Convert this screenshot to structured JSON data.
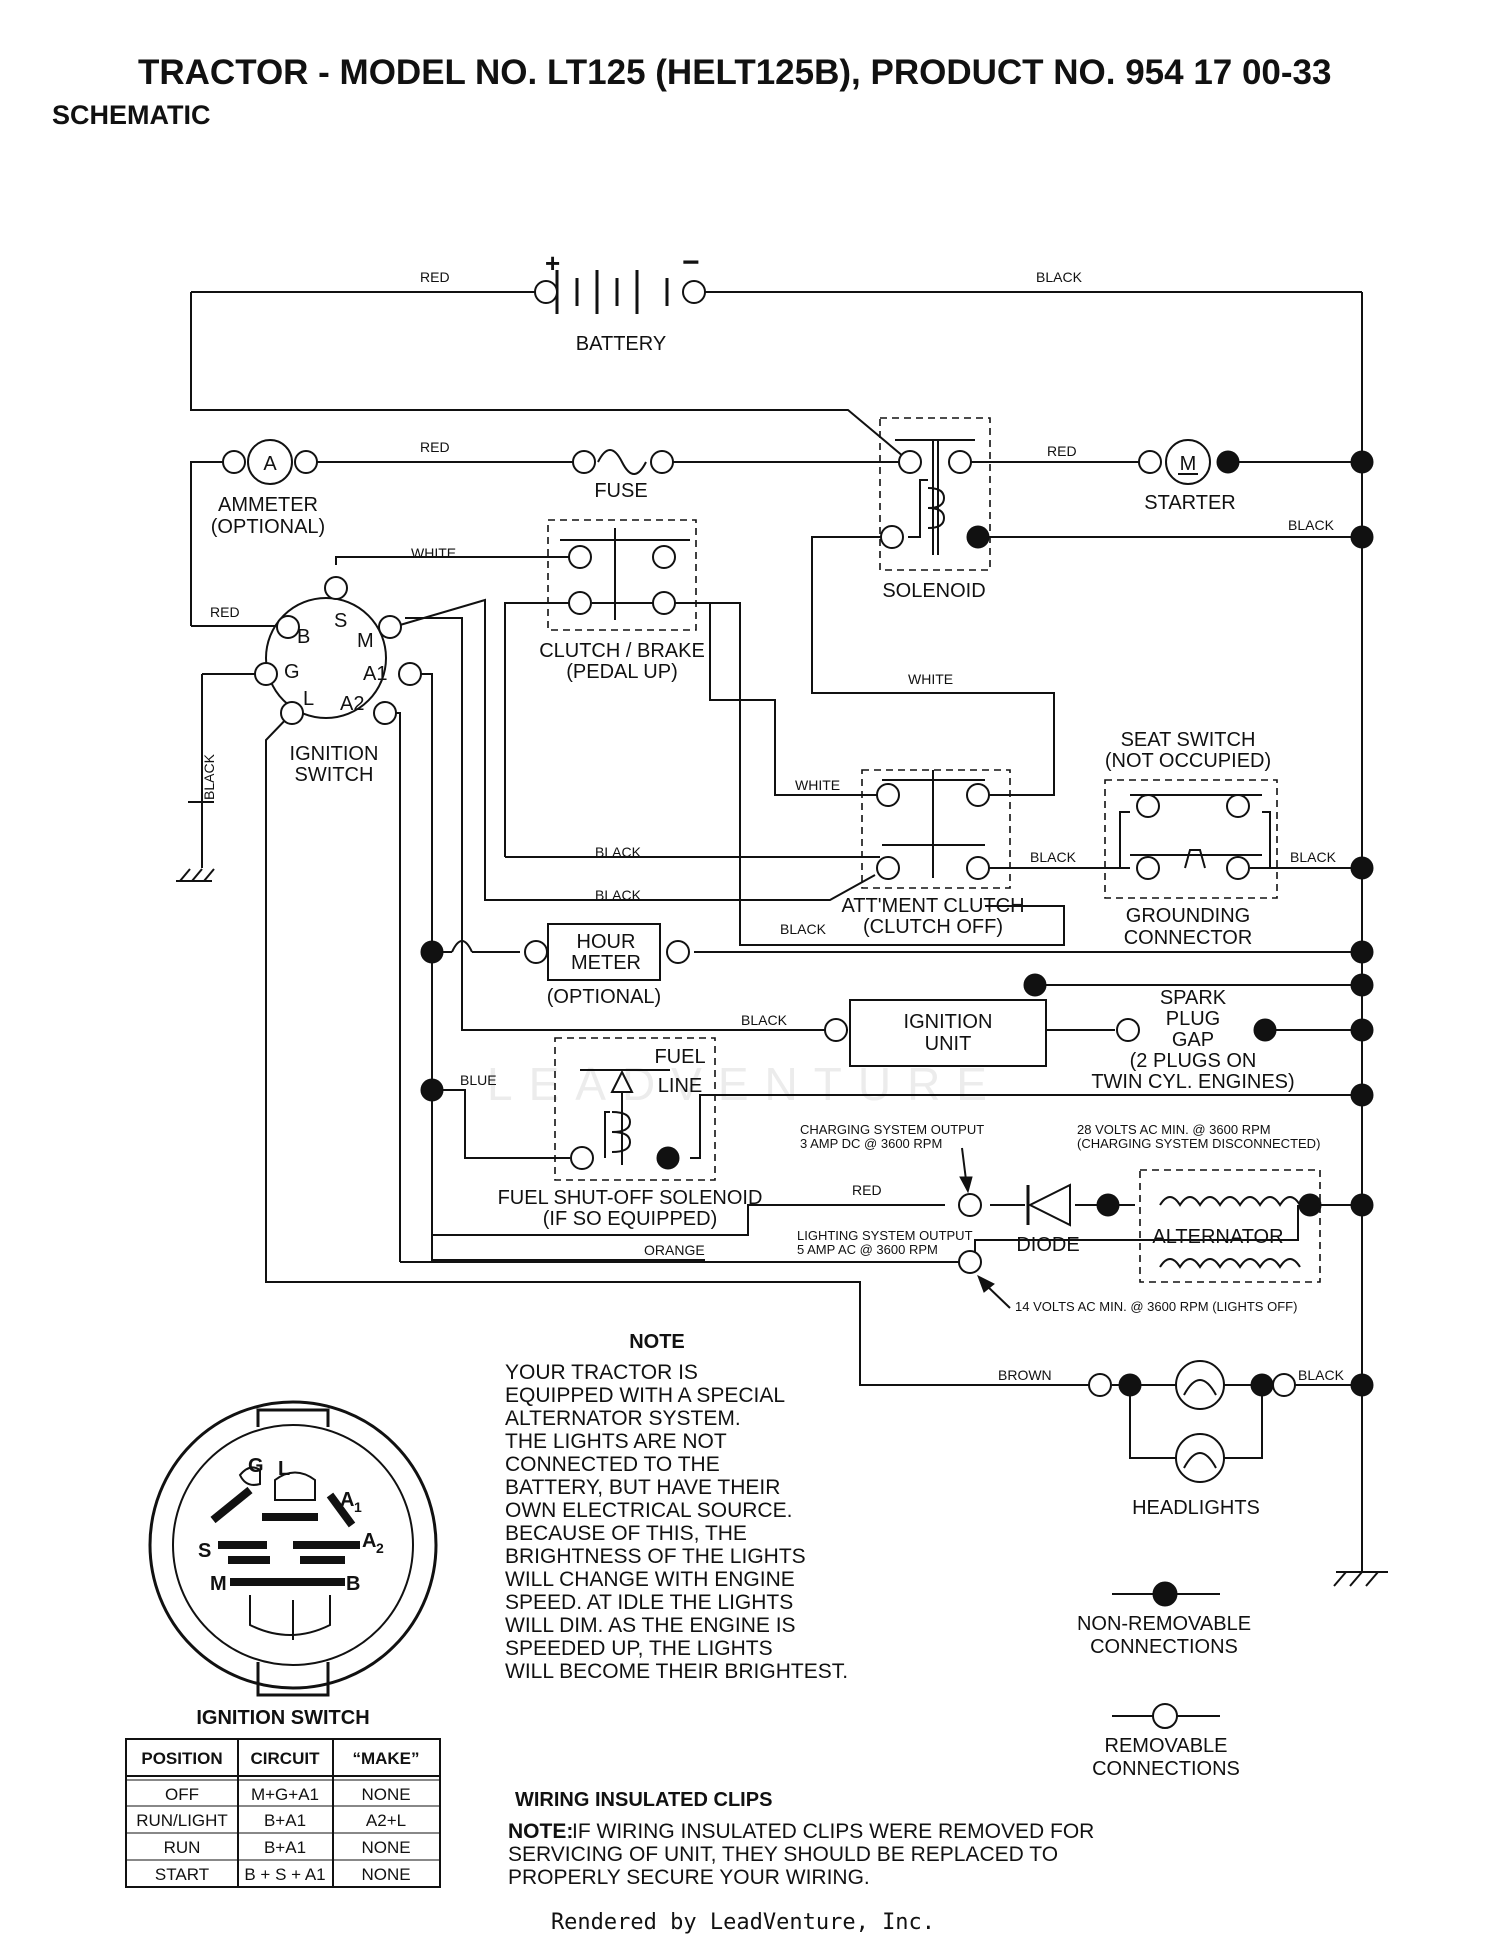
{
  "title": "TRACTOR - MODEL NO. LT125 (HELT125B), PRODUCT NO. 954 17 00-33",
  "subtitle": "SCHEMATIC",
  "components": {
    "battery": "BATTERY",
    "battery_plus": "+",
    "battery_minus": "−",
    "ammeter_symbol": "A",
    "ammeter": [
      "AMMETER",
      "(OPTIONAL)"
    ],
    "fuse": "FUSE",
    "starter_symbol": "M",
    "starter": "STARTER",
    "solenoid": "SOLENOID",
    "clutch_brake": [
      "CLUTCH / BRAKE",
      "(PEDAL UP)"
    ],
    "ignition_switch": [
      "IGNITION",
      "SWITCH"
    ],
    "terminals": {
      "s": "S",
      "b": "B",
      "m": "M",
      "g": "G",
      "a1": "A1",
      "l": "L",
      "a2": "A2"
    },
    "seat_switch": [
      "SEAT SWITCH",
      "(NOT OCCUPIED)"
    ],
    "attachment_clutch": [
      "ATT'MENT CLUTCH",
      "(CLUTCH OFF)"
    ],
    "grounding_connector": [
      "GROUNDING",
      "CONNECTOR"
    ],
    "hour_meter": [
      "HOUR",
      "METER",
      "(OPTIONAL)"
    ],
    "ignition_unit": [
      "IGNITION",
      "UNIT"
    ],
    "spark_plug": [
      "SPARK",
      "PLUG",
      "GAP",
      "(2 PLUGS ON",
      "TWIN CYL. ENGINES)"
    ],
    "fuel_line": [
      "FUEL",
      "LINE"
    ],
    "fuel_solenoid": [
      "FUEL SHUT-OFF SOLENOID",
      "(IF SO EQUIPPED)"
    ],
    "charging_output": [
      "CHARGING SYSTEM OUTPUT",
      "3 AMP DC @ 3600 RPM"
    ],
    "alternator_min": [
      "28 VOLTS AC MIN. @ 3600 RPM",
      "(CHARGING SYSTEM DISCONNECTED)"
    ],
    "lighting_output": [
      "LIGHTING SYSTEM OUTPUT",
      "5 AMP AC @ 3600 RPM"
    ],
    "lights_off_min": "14 VOLTS AC MIN. @ 3600 RPM (LIGHTS OFF)",
    "diode": "DIODE",
    "alternator": "ALTERNATOR",
    "headlights": "HEADLIGHTS"
  },
  "wires": {
    "red": "RED",
    "black": "BLACK",
    "white": "WHITE",
    "blue": "BLUE",
    "orange": "ORANGE",
    "brown": "BROWN"
  },
  "note": {
    "heading": "NOTE",
    "lines": [
      "YOUR TRACTOR IS",
      "EQUIPPED WITH A SPECIAL",
      "ALTERNATOR SYSTEM.",
      "THE LIGHTS ARE NOT",
      "CONNECTED TO THE",
      "BATTERY, BUT HAVE THEIR",
      "OWN ELECTRICAL SOURCE.",
      "BECAUSE OF THIS, THE",
      "BRIGHTNESS OF THE LIGHTS",
      "WILL CHANGE WITH ENGINE",
      "SPEED.  AT IDLE THE LIGHTS",
      "WILL DIM.  AS THE ENGINE IS",
      "SPEEDED UP, THE LIGHTS",
      "WILL BECOME THEIR BRIGHTEST."
    ]
  },
  "legend": {
    "non_removable": [
      "NON-REMOVABLE",
      "CONNECTIONS"
    ],
    "removable": [
      "REMOVABLE",
      "CONNECTIONS"
    ]
  },
  "switch_face": {
    "g": "G",
    "l": "L",
    "a1": "A",
    "a1_sub": "1",
    "s": "S",
    "a2": "A",
    "a2_sub": "2",
    "m": "M",
    "b": "B"
  },
  "ignition_table": {
    "title": "IGNITION SWITCH",
    "headers": [
      "POSITION",
      "CIRCUIT",
      "“MAKE”"
    ],
    "rows": [
      [
        "OFF",
        "M+G+A1",
        "NONE"
      ],
      [
        "RUN/LIGHT",
        "B+A1",
        "A2+L"
      ],
      [
        "RUN",
        "B+A1",
        "NONE"
      ],
      [
        "START",
        "B + S + A1",
        "NONE"
      ]
    ]
  },
  "clips": {
    "heading": "WIRING INSULATED CLIPS",
    "note_label": "NOTE:",
    "lines": [
      " IF WIRING INSULATED CLIPS WERE REMOVED FOR",
      "SERVICING OF UNIT, THEY SHOULD BE REPLACED TO",
      "PROPERLY SECURE YOUR WIRING."
    ]
  },
  "watermark": "LEADVENTURE",
  "footer": "Rendered by LeadVenture, Inc."
}
